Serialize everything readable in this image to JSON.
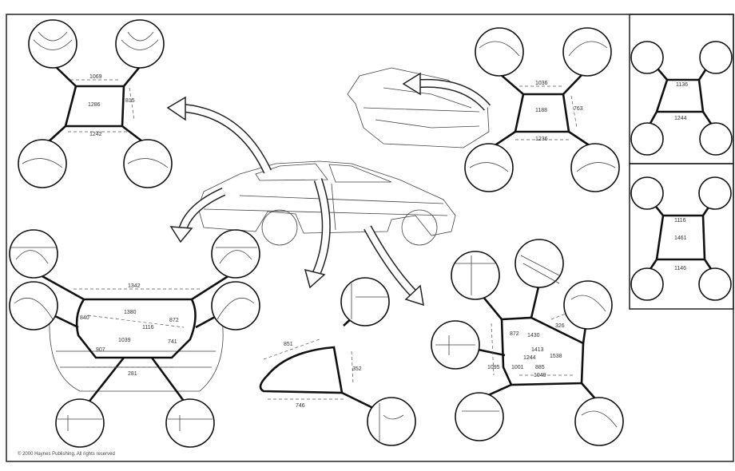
{
  "title": "Body dimensions diagram",
  "copyright": "© 2000 Haynes Publishing. All rights reserved",
  "windshield": {
    "top": "1069",
    "diagonal": "1286",
    "side": "815",
    "bottom": "1242"
  },
  "front_view": {
    "top": "1036",
    "diagonal": "1188",
    "side": "763",
    "bottom": "1236"
  },
  "inset_upper": {
    "top": "1136",
    "bottom": "1244"
  },
  "inset_lower": {
    "top": "1116",
    "middle": "1461",
    "bottom": "1146"
  },
  "rear_window": {
    "top": "1342",
    "left": "840",
    "diag1": "1380",
    "diag2": "1116",
    "right": "872",
    "center": "1039",
    "lower_left": "907",
    "lower_right": "741",
    "bottom": "281"
  },
  "quarter_window": {
    "top": "851",
    "side": "352",
    "bottom": "746"
  },
  "door": {
    "a": "872",
    "b": "1430",
    "c": "1413",
    "d": "1244",
    "e": "1538",
    "f": "1095",
    "g": "1001",
    "h": "885",
    "i": "1049",
    "j": "326"
  }
}
